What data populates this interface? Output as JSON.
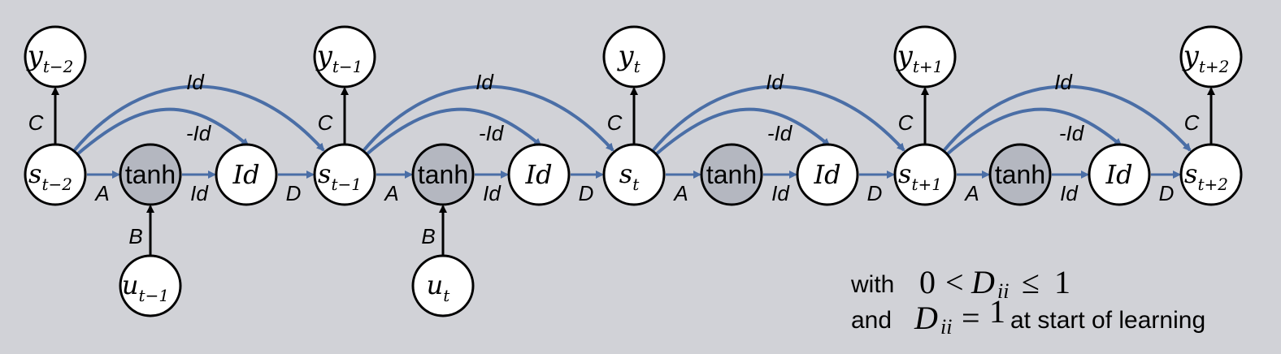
{
  "colors": {
    "background": "#d1d2d7",
    "arrow_blue": "#4a6ea6",
    "stroke_black": "#000000",
    "tanh_fill": "#b4b7c0",
    "node_fill": "#ffffff"
  },
  "outputs": [
    {
      "base": "y",
      "sub": "t−2"
    },
    {
      "base": "y",
      "sub": "t−1"
    },
    {
      "base": "y",
      "sub": "t"
    },
    {
      "base": "y",
      "sub": "t+1"
    },
    {
      "base": "y",
      "sub": "t+2"
    }
  ],
  "states": [
    {
      "base": "s",
      "sub": "t−2"
    },
    {
      "base": "s",
      "sub": "t−1"
    },
    {
      "base": "s",
      "sub": "t"
    },
    {
      "base": "s",
      "sub": "t+1"
    },
    {
      "base": "s",
      "sub": "t+2"
    }
  ],
  "inputs": [
    {
      "base": "u",
      "sub": "t−1"
    },
    {
      "base": "u",
      "sub": "t"
    }
  ],
  "tanh_label": "tanh",
  "id_node_label": "Id",
  "edge_labels": {
    "A": "A",
    "B": "B",
    "C": "C",
    "D": "D",
    "Id": "Id",
    "neg_id": "-Id"
  },
  "note": {
    "line1_word": "with",
    "line1_zero": "0",
    "line1_lt": "<",
    "line1_D": "D",
    "line1_sub": "ii",
    "line1_le": "≤",
    "line1_one": "1",
    "line2_word": "and",
    "line2_D": "D",
    "line2_sub": "ii",
    "line2_eq": "=",
    "line2_one": "1",
    "line2_tail": "at start of learning"
  }
}
